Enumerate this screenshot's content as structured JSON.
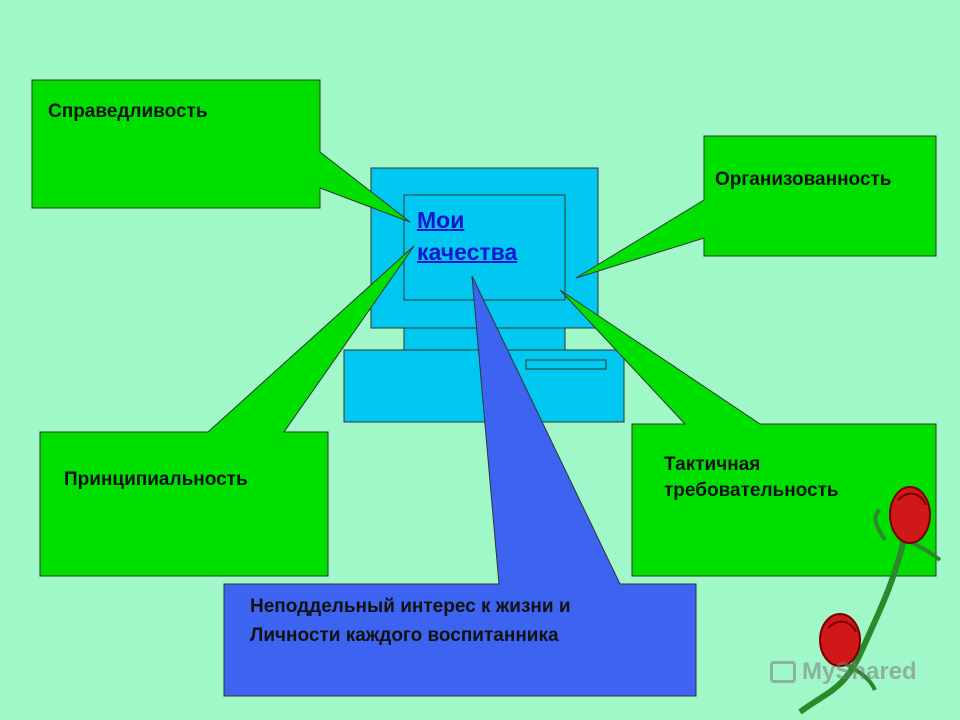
{
  "center": {
    "line1": "Мои",
    "line2": "качества"
  },
  "qualities": {
    "top_left": "Справедливость",
    "top_right": "Организованность",
    "bottom_left": "Принципиальность",
    "bottom_right_line1": "Тактичная",
    "bottom_right_line2": "требовательность"
  },
  "bottom_box": {
    "line1": "Неподдельный интерес к жизни и",
    "line2": "Личности каждого воспитанника"
  },
  "watermark": "MyShared",
  "colors": {
    "background": "#a0f8c8",
    "green_box": "#00e000",
    "blue_box": "#3c64f0",
    "computer": "#00c8f0"
  }
}
